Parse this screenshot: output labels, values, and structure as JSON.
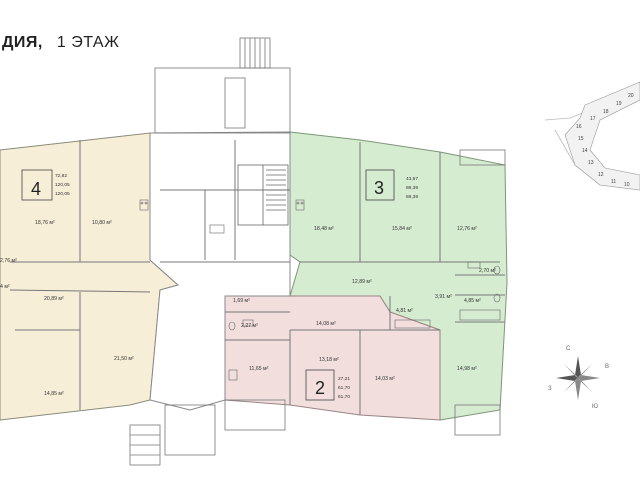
{
  "header": {
    "title_part": "ДИЯ,",
    "floor_label": "1 ЭТАЖ"
  },
  "apartments": [
    {
      "number": "4",
      "stats": [
        "72,82",
        "120,05",
        "120,05"
      ],
      "color": "#f7eed7"
    },
    {
      "number": "3",
      "stats": [
        "43,57",
        "86,39",
        "86,39"
      ],
      "color": "#d5ecd0"
    },
    {
      "number": "2",
      "stats": [
        "27,21",
        "61,70",
        "61,70"
      ],
      "color": "#f3dede"
    }
  ],
  "rooms": {
    "r1876": "18,76 м²",
    "r1080": "10,80 м²",
    "r276a": "2,76 м²",
    "r4": "4 м²",
    "r2089": "20,89 м²",
    "r2150": "21,50 м²",
    "r1485": "14,85 м²",
    "r1848": "18,48 м²",
    "r1584": "15,84 м²",
    "r1276": "12,76 м²",
    "r1289": "12,89 м²",
    "r270": "2,70 м²",
    "r391": "3,91 м²",
    "r485": "4,85 м²",
    "r481": "4,81 м²",
    "r1498": "14,98 м²",
    "r169": "1,69 м²",
    "r227": "2,27 м²",
    "r1408": "14,08 м²",
    "r1318": "13,18 м²",
    "r1165": "11,65 м²",
    "r1403": "14,03 м²"
  },
  "compass": {
    "n": "С",
    "e": "В",
    "s": "Ю",
    "w": "З"
  },
  "site_key": {
    "numbers": [
      "16",
      "17",
      "18",
      "19",
      "20",
      "15",
      "14",
      "13",
      "12",
      "11",
      "10"
    ]
  }
}
